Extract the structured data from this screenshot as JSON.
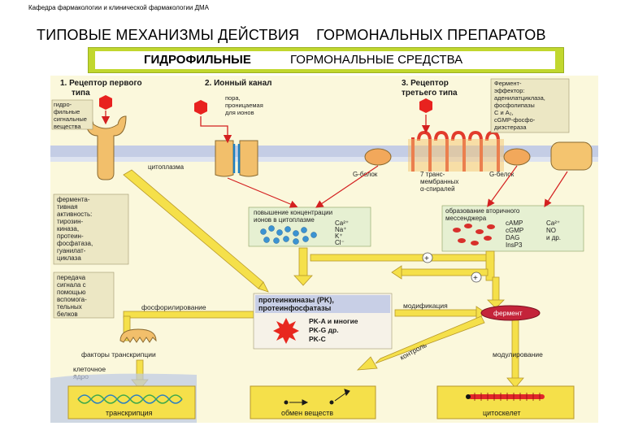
{
  "header": {
    "department": "Кафедра фармакологии и клинической фармакологии ДМА"
  },
  "title": {
    "left": "ТИПОВЫЕ МЕХАНИЗМЫ ДЕЙСТВИЯ",
    "right": "ГОРМОНАЛЬНЫХ ПРЕПАРАТОВ"
  },
  "banner": {
    "bold": "ГИДРОФИЛЬНЫЕ",
    "rest": "ГОРМОНАЛЬНЫЕ  СРЕДСТВА"
  },
  "diagram": {
    "receptor1": [
      "1. Рецептор первого",
      "типа"
    ],
    "receptor2": "2. Ионный канал",
    "receptor3": [
      "3. Рецептор",
      "третьего типа"
    ],
    "signal_box": [
      "гидро-",
      "фильные",
      "сигнальные",
      "вещества"
    ],
    "pore": [
      "пора,",
      "проницаемая",
      "для ионов"
    ],
    "enzyme_box": [
      "Фермент-",
      "эффектор:",
      "аденилатциклаза,",
      "фосфолипазы",
      "С и А₂,",
      "cGMP-фосфо-",
      "диэстераза"
    ],
    "cytoplasm": "цитоплазма",
    "g_protein_left": "G-белок",
    "seven_helices": [
      "7 транс-",
      "мембранных",
      "α-спиралей"
    ],
    "g_protein_right": "G-белок",
    "enzyme_activity": [
      "фермента-",
      "тивная",
      "активность:",
      "тирозин-",
      "киназа,",
      "протеин-",
      "фосфатаза,",
      "гуанилат-",
      "циклаза"
    ],
    "ion_box": {
      "title": [
        "повышение концентрации",
        "ионов в цитоплазме"
      ],
      "ions": [
        "Ca²⁺",
        "Na⁺",
        "K⁺",
        "Cl⁻"
      ]
    },
    "second_messenger": {
      "title": [
        "образование вторичного",
        "мессенджера"
      ],
      "left": [
        "cAMP",
        "cGMP",
        "DAG",
        "InsP3"
      ],
      "right": [
        "Ca²⁺",
        "NO",
        "и др."
      ]
    },
    "transfer_box": [
      "передача",
      "сигнала с",
      "помощью",
      "вспомога-",
      "тельных",
      "белков"
    ],
    "phosphorylation": "фосфорилирование",
    "kinase_box": {
      "title": [
        "протеинкиназы (PK),",
        "протеинфосфатазы"
      ],
      "items": [
        "PK-A и многие",
        "PK-G др.",
        "PK-C"
      ]
    },
    "modification": "модификация",
    "enzyme_oval": "фермент",
    "transcription_factors": "факторы транскрипции",
    "control": "контроль",
    "modulation": "модулирование",
    "nucleus": [
      "клеточное",
      "ядро"
    ],
    "transcription": "транскрипция",
    "metabolism": "обмен веществ",
    "cytoskeleton": "цитоскелет",
    "plus": "+"
  }
}
